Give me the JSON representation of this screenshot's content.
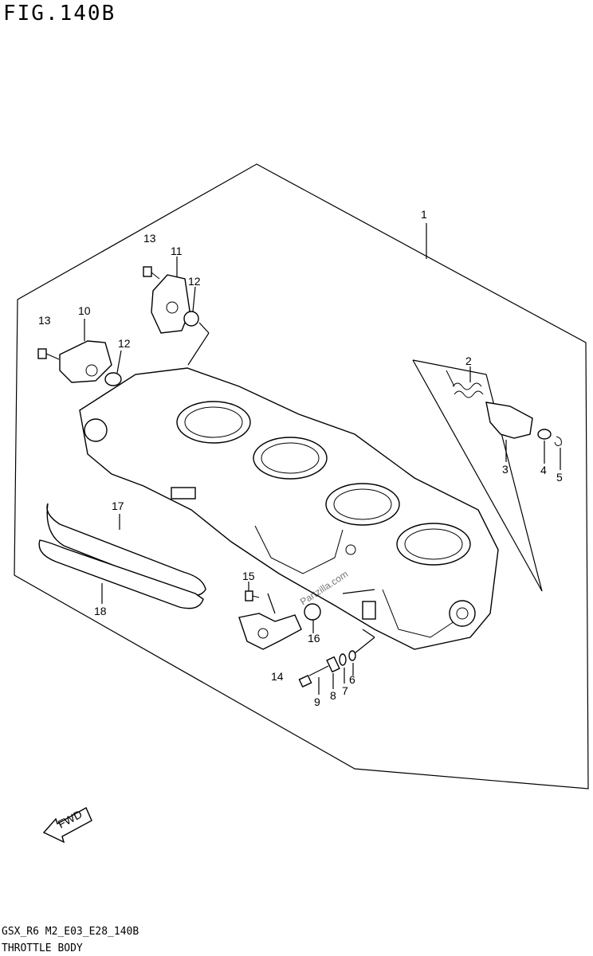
{
  "figure": {
    "title": "FIG.140B",
    "footer_code": "GSX_R6 M2_E03_E28_140B",
    "footer_name": "THROTTLE BODY",
    "watermark": "Partzilla.com",
    "fwd_label": "FWD"
  },
  "callouts": {
    "c1": "1",
    "c2": "2",
    "c3": "3",
    "c4": "4",
    "c5": "5",
    "c6": "6",
    "c7": "7",
    "c8": "8",
    "c9": "9",
    "c10": "10",
    "c11": "11",
    "c12a": "12",
    "c12b": "12",
    "c13a": "13",
    "c13b": "13",
    "c14": "14",
    "c15": "15",
    "c16": "16",
    "c17": "17",
    "c18": "18"
  }
}
